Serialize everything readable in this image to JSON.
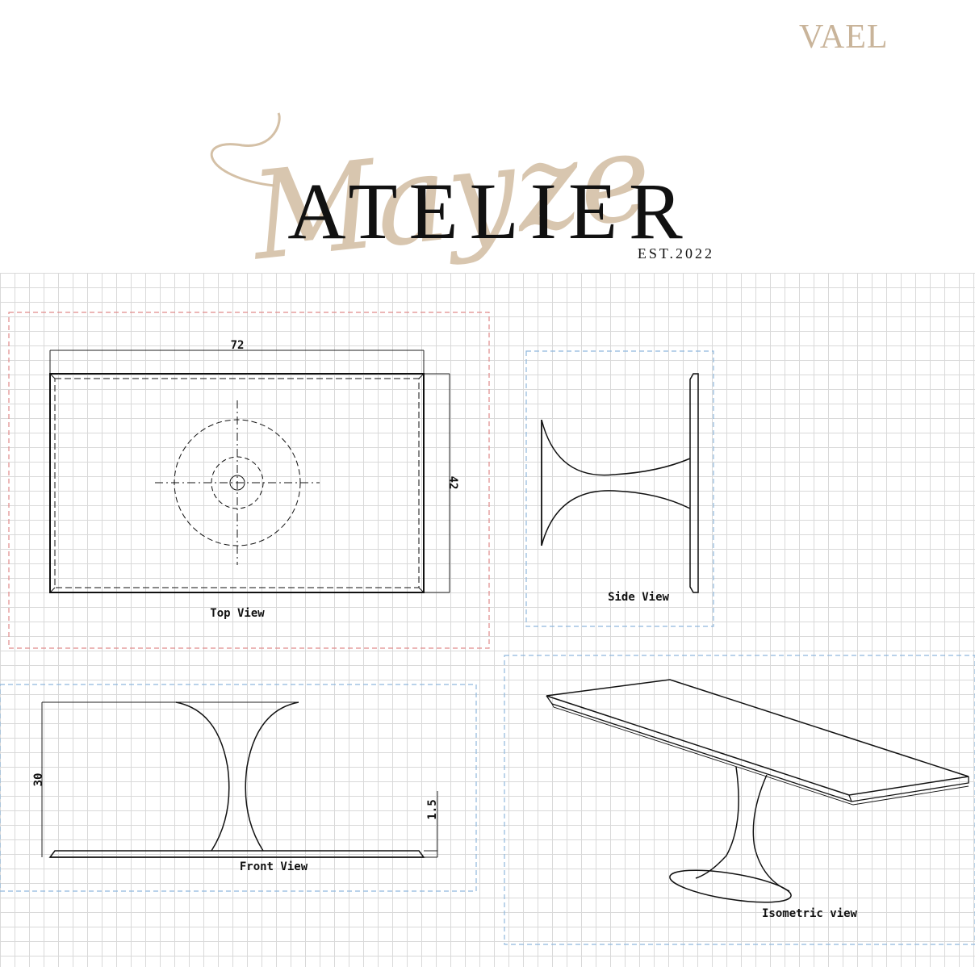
{
  "brand": {
    "corner_mark": "VAEL",
    "script_name": "Mayze",
    "wordmark": "ATELIER",
    "established": "EST.2022",
    "accent_color": "#c9b49a"
  },
  "views": {
    "top": {
      "label": "Top View",
      "length": "72",
      "width": "42",
      "frame_color": "#e08a8a"
    },
    "side": {
      "label": "Side View",
      "frame_color": "#8fb8dd"
    },
    "front": {
      "label": "Front View",
      "height": "30",
      "base_thickness": "1.5",
      "frame_color": "#8fb8dd"
    },
    "isometric": {
      "label": "Isometric view",
      "frame_color": "#8fb8dd"
    }
  }
}
